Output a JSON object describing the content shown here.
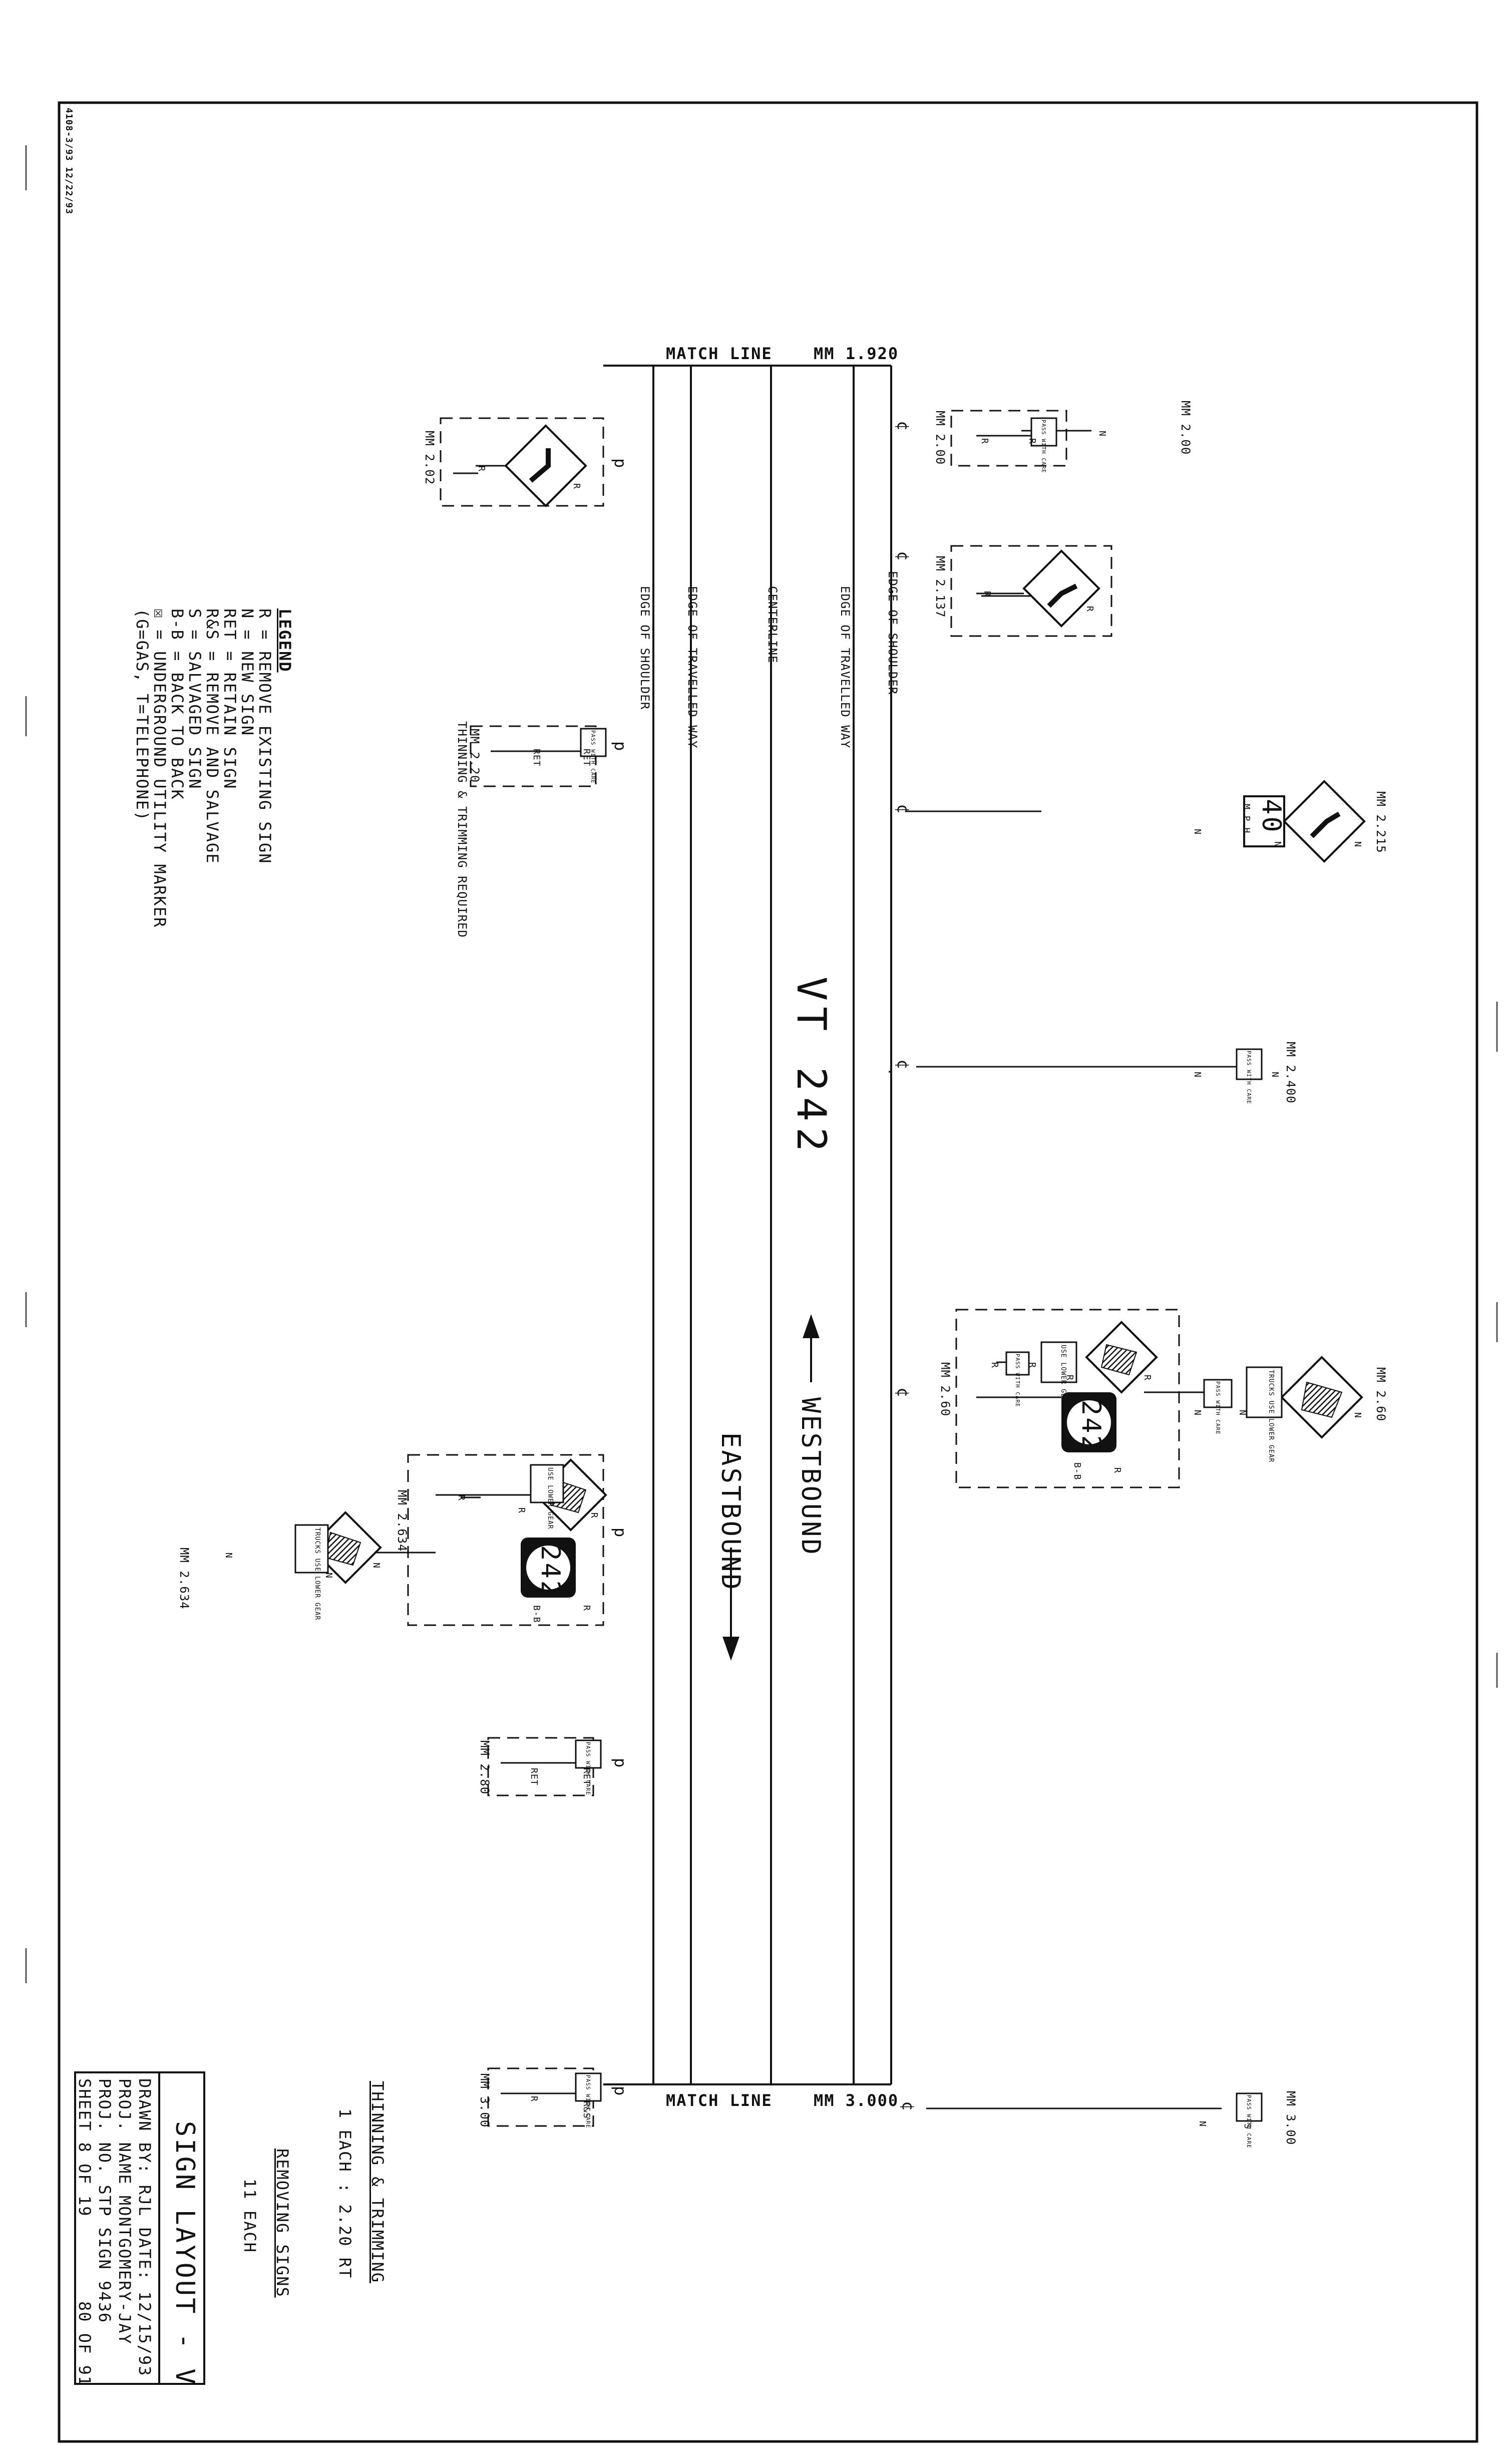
{
  "header_stamp": "4108-3/93 12/22/93",
  "route_name": "VT 242",
  "directions": {
    "westbound": "WESTBOUND",
    "eastbound": "EASTBOUND"
  },
  "road_lines": {
    "edge_of_shoulder": "EDGE OF SHOULDER",
    "edge_of_travelled_way": "EDGE OF TRAVELLED WAY",
    "centerline": "CENTERLINE",
    "cl_symbol": "¢",
    "pl_symbol": "p"
  },
  "match_lines": {
    "top": {
      "label": "MATCH LINE",
      "mm": "MM 1.920"
    },
    "bottom": {
      "label": "MATCH LINE",
      "mm": "MM 3.000"
    }
  },
  "mile_markers": [
    "MM 2.00",
    "MM 2.02",
    "MM 2.137",
    "MM 2.20",
    "MM 2.215",
    "MM 2.400",
    "MM 2.60",
    "MM 2.634",
    "MM 2.80",
    "MM 3.00"
  ],
  "sign_codes": {
    "R": "R",
    "N": "N",
    "RET": "RET",
    "RS": "R&S",
    "S": "S",
    "BB": "B-B"
  },
  "sign_texts": {
    "pass_with_care": "PASS WITH CARE",
    "use_lower_gear": "USE LOWER GEAR",
    "trucks_use_lower_gear": "TRUCKS USE LOWER GEAR",
    "speed_value": "40",
    "speed_unit": "M.P.H.",
    "route_shield": "242"
  },
  "thinning_note": "THINNING & TRIMMING REQUIRED",
  "legend": {
    "title": "LEGEND",
    "items": [
      "R    = REMOVE EXISTING SIGN",
      "N    = NEW SIGN",
      "RET = RETAIN SIGN",
      "R&S = REMOVE AND SALVAGE",
      "S    = SALVAGED SIGN",
      "B-B = BACK TO BACK",
      "☒  = UNDERGROUND UTILITY MARKER",
      "       (G=GAS, T=TELEPHONE)"
    ]
  },
  "quantities": {
    "thinning_title": "THINNING & TRIMMING",
    "thinning_value": "1 EACH : 2.20 RT",
    "removing_title": "REMOVING SIGNS",
    "removing_value": "11 EACH"
  },
  "title_block": {
    "title": "SIGN LAYOUT - V",
    "drawn_by": "DRAWN BY:  RJL   DATE: 12/15/93",
    "proj_name": "PROJ. NAME  MONTGOMERY-JAY",
    "proj_no": "PROJ.  NO.  STP SIGN 9436",
    "sheet": "SHEET  8  OF  19",
    "sheet_total": "80 OF 91"
  },
  "colors": {
    "ink": "#111111",
    "paper": "#ffffff",
    "dim": "#333333"
  }
}
